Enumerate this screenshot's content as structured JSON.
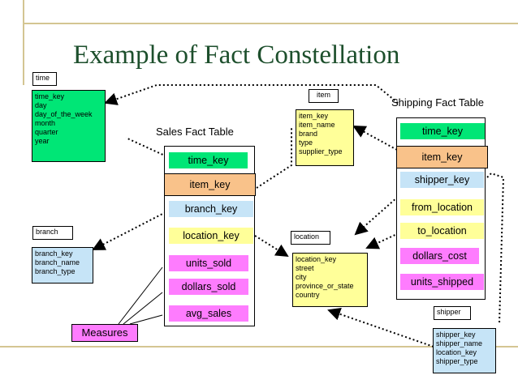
{
  "title": "Example of Fact Constellation",
  "dimensions": {
    "time": {
      "label": "time",
      "attributes": [
        "time_key",
        "day",
        "day_of_the_week",
        "month",
        "quarter",
        "year"
      ]
    },
    "item": {
      "label": "item",
      "attributes": [
        "item_key",
        "item_name",
        "brand",
        "type",
        "supplier_type"
      ]
    },
    "branch": {
      "label": "branch",
      "attributes": [
        "branch_key",
        "branch_name",
        "branch_type"
      ]
    },
    "location": {
      "label": "location",
      "attributes": [
        "location_key",
        "street",
        "city",
        "province_or_state",
        "country"
      ]
    },
    "shipper": {
      "label": "shipper",
      "attributes": [
        "shipper_key",
        "shipper_name",
        "location_key",
        "shipper_type"
      ]
    }
  },
  "sales_fact": {
    "caption": "Sales Fact Table",
    "fields": [
      "time_key",
      "item_key",
      "branch_key",
      "location_key",
      "units_sold",
      "dollars_sold",
      "avg_sales"
    ]
  },
  "shipping_fact": {
    "caption": "Shipping Fact Table",
    "fields": [
      "time_key",
      "item_key",
      "shipper_key",
      "from_location",
      "to_location",
      "dollars_cost",
      "units_shipped"
    ]
  },
  "measures_label": "Measures",
  "colors": {
    "title": "#1d4f2c",
    "frame": "#d4c592",
    "key_green": "#00e676",
    "item_orange": "#f9c28a",
    "branch_blue": "#c6e4f7",
    "location_yellow": "#ffff99",
    "measure_pink": "#fe7cfe"
  }
}
